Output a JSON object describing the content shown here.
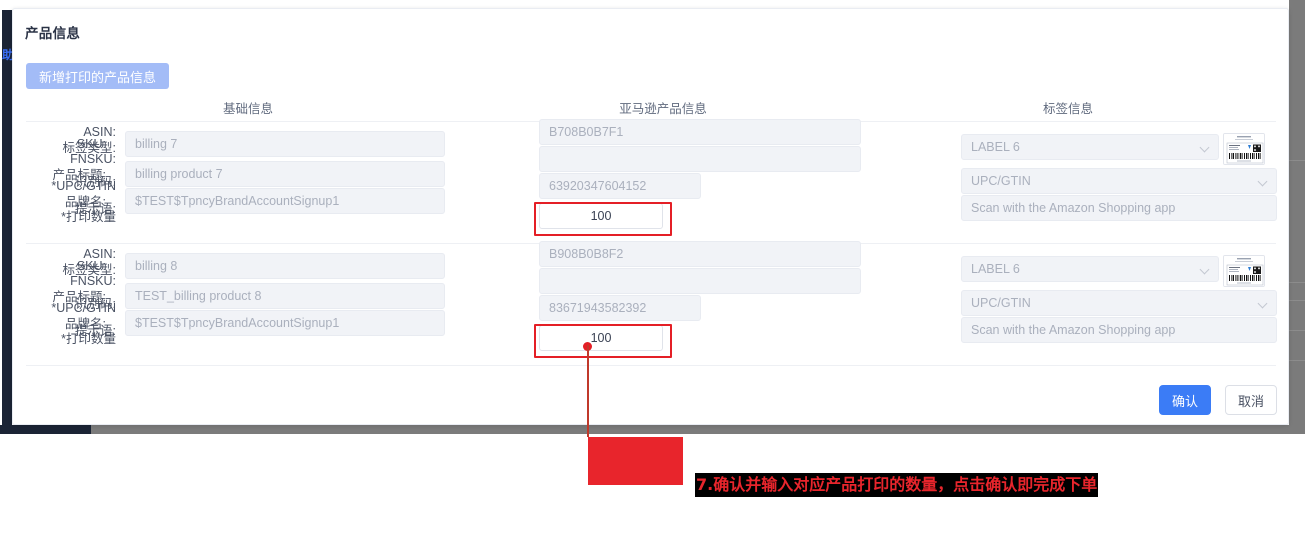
{
  "rail": {
    "partial_text": "助"
  },
  "card": {
    "title": "产品信息",
    "add_button": "新增打印的产品信息",
    "columns": {
      "basic": "基础信息",
      "amazon": "亚马逊产品信息",
      "label": "标签信息"
    },
    "labels": {
      "sku": "SKU:",
      "product_title": "产品标题:",
      "brand_name": "品牌名:",
      "asin": "ASIN:",
      "fnsku": "FNSKU:",
      "upc_gtin": "*UPC/GTIN",
      "print_qty": "*打印数量",
      "label_type": "标签类型:",
      "identifier": "识别码:",
      "prompt": "提示语:"
    },
    "rows": [
      {
        "sku": "billing 7",
        "product_title": "billing product 7",
        "brand_name": "$TEST$TpncyBrandAccountSignup1",
        "asin": "B708B0B7F1",
        "fnsku": "",
        "upc_gtin": "63920347604152",
        "print_qty": "100",
        "label_type": "LABEL 6",
        "identifier": "UPC/GTIN",
        "prompt": "Scan with the Amazon Shopping app"
      },
      {
        "sku": "billing 8",
        "product_title": "TEST_billing product 8",
        "brand_name": "$TEST$TpncyBrandAccountSignup1",
        "asin": "B908B0B8F2",
        "fnsku": "",
        "upc_gtin": "83671943582392",
        "print_qty": "100",
        "label_type": "LABEL 6",
        "identifier": "UPC/GTIN",
        "prompt": "Scan with the Amazon Shopping app"
      }
    ],
    "footer": {
      "confirm": "确认",
      "cancel": "取消"
    }
  },
  "annotation": {
    "text": "7.确认并输入对应产品打印的数量，点击确认即完成下单",
    "text_color": "#e8252c",
    "background_color": "#000000",
    "highlight_color": "#e41f26"
  },
  "colors": {
    "primary": "#3b7cf6",
    "add_button": "#a3bcf7",
    "field_bg": "#f1f3f7",
    "rail": "#1b2435"
  }
}
